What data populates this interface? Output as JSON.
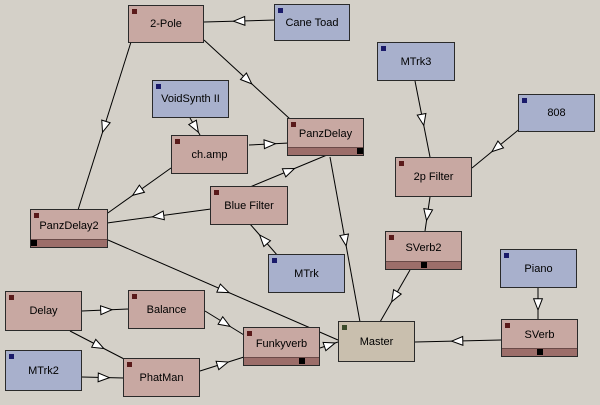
{
  "nodes": {
    "two_pole": {
      "label": "2-Pole"
    },
    "cane_toad": {
      "label": "Cane Toad"
    },
    "mtrk3": {
      "label": "MTrk3"
    },
    "voidsynth": {
      "label": "VoidSynth II"
    },
    "eight08": {
      "label": "808"
    },
    "panzdelay": {
      "label": "PanzDelay",
      "bar_value": 1.0
    },
    "champ": {
      "label": "ch.amp"
    },
    "twop_filter": {
      "label": "2p Filter"
    },
    "blue_filter": {
      "label": "Blue Filter"
    },
    "panzdelay2": {
      "label": "PanzDelay2",
      "bar_value": 0.0
    },
    "sverb2": {
      "label": "SVerb2",
      "bar_value": 0.5
    },
    "mtrk": {
      "label": "MTrk"
    },
    "piano": {
      "label": "Piano"
    },
    "delay": {
      "label": "Delay"
    },
    "balance": {
      "label": "Balance"
    },
    "master": {
      "label": "Master"
    },
    "sverb": {
      "label": "SVerb",
      "bar_value": 0.5
    },
    "funkyverb": {
      "label": "Funkyverb",
      "bar_value": 0.8
    },
    "mtrk2": {
      "label": "MTrk2"
    },
    "phatman": {
      "label": "PhatMan"
    }
  },
  "colors": {
    "effect": "#c8a8a2",
    "source": "#a8b0cc",
    "master": "#c9bfae",
    "background": "#d4d0c8",
    "wire": "#000000"
  }
}
